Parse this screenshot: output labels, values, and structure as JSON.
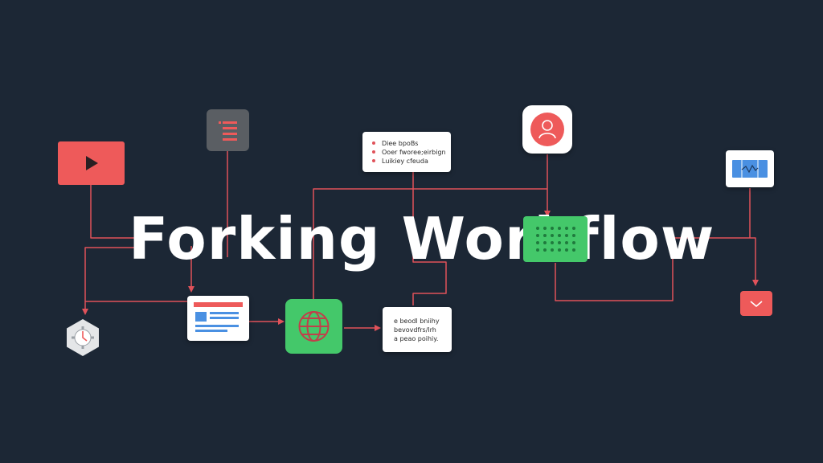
{
  "title": "Forking Workflow",
  "colors": {
    "background": "#1c2735",
    "connector": "#e0525a",
    "accent_red": "#ee5a5a",
    "accent_green": "#44c86a",
    "card": "#ffffff",
    "node_gray": "#5a5e63"
  },
  "nodes": {
    "video_node": {
      "icon": "play-icon"
    },
    "list_node": {
      "icon": "list-icon"
    },
    "user_node": {
      "icon": "user-icon"
    },
    "chart_node": {
      "icon": "waveform-chart-icon"
    },
    "dropdown_node": {
      "icon": "chevron-down-icon"
    },
    "browser_node": {
      "icon": "browser-window-icon"
    },
    "globe_node": {
      "icon": "globe-icon"
    },
    "dots_node": {
      "icon": "dot-grid-icon"
    },
    "gear_node": {
      "icon": "gear-icon"
    }
  },
  "notes": {
    "top_note": {
      "lines": [
        "Diee bpoBs",
        "Ooer fworee;eirbign",
        "Luikiey cfeuda"
      ]
    },
    "bottom_note": {
      "lines": [
        "e beodl bniihy",
        "bevovdfrs/lrh",
        "a peao poihiy."
      ]
    }
  }
}
